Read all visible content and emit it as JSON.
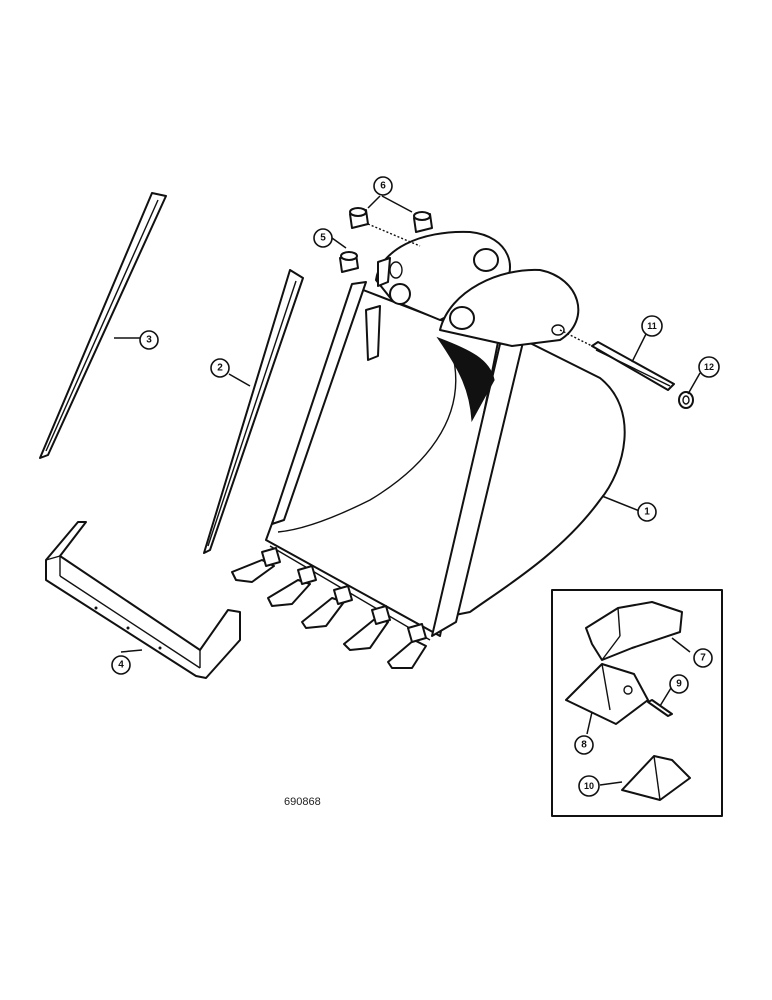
{
  "callouts": [
    {
      "id": "callout-1",
      "label": "1"
    },
    {
      "id": "callout-2",
      "label": "2"
    },
    {
      "id": "callout-3",
      "label": "3"
    },
    {
      "id": "callout-4",
      "label": "4"
    },
    {
      "id": "callout-5",
      "label": "5"
    },
    {
      "id": "callout-6",
      "label": "6"
    },
    {
      "id": "callout-7",
      "label": "7"
    },
    {
      "id": "callout-8",
      "label": "8"
    },
    {
      "id": "callout-9",
      "label": "9"
    },
    {
      "id": "callout-10",
      "label": "10"
    },
    {
      "id": "callout-11",
      "label": "11"
    },
    {
      "id": "callout-12",
      "label": "12"
    }
  ],
  "figure_code": "690868"
}
